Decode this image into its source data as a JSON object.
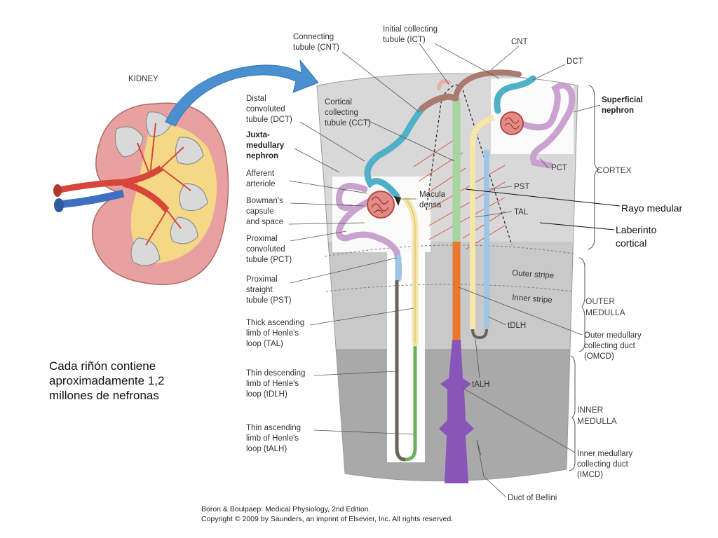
{
  "caption": "Cada riñón contiene\naproximadamente 1,2\nmillones de nefronas",
  "credits": {
    "line1": "Boron & Boulpaep: Medical Physiology, 2nd Edition.",
    "line2": "Copyright © 2009 by Saunders, an imprint of Elsevier, Inc. All rights reserved."
  },
  "kidney": {
    "title": "KIDNEY"
  },
  "left_labels": {
    "dct": [
      "Distal",
      "convoluted",
      "tubule (DCT)"
    ],
    "juxta": [
      "Juxta-",
      "medullary",
      "nephron"
    ],
    "afferent": [
      "Afferent",
      "arteriole"
    ],
    "bowman": [
      "Bowman's",
      "capsule",
      "and space"
    ],
    "pct": [
      "Proximal",
      "convoluted",
      "tubule (PCT)"
    ],
    "pst": [
      "Proximal",
      "straight",
      "tubule (PST)"
    ],
    "tal": [
      "Thick ascending",
      "limb of Henle's",
      "loop (TAL)"
    ],
    "tdlh": [
      "Thin descending",
      "limb of Henle's",
      "loop (tDLH)"
    ],
    "talh": [
      "Thin ascending",
      "limb of Henle's",
      "loop (tALH)"
    ]
  },
  "top_labels": {
    "cnt_full": [
      "Connecting",
      "tubule (CNT)"
    ],
    "ict": [
      "Initial collecting",
      "tubule (ICT)"
    ],
    "cnt": "CNT",
    "dct": "DCT",
    "cct": [
      "Cortical",
      "collecting",
      "tubule (CCT)"
    ],
    "superficial": [
      "Superficial",
      "nephron"
    ]
  },
  "inner_labels": {
    "macula": [
      "Macula",
      "densa"
    ],
    "pst": "PST",
    "tal": "TAL",
    "pct": "PCT",
    "outer_stripe": "Outer stripe",
    "inner_stripe": "Inner stripe",
    "tdlh": "tDLH",
    "talh": "tALH"
  },
  "zones": {
    "cortex": "CORTEX",
    "outer_medulla": [
      "OUTER",
      "MEDULLA"
    ],
    "inner_medulla": [
      "INNER",
      "MEDULLA"
    ]
  },
  "ducts": {
    "omcd": [
      "Outer medullary",
      "collecting duct",
      "(OMCD)"
    ],
    "imcd": [
      "Inner medullary",
      "collecting duct",
      "(IMCD)"
    ],
    "bellini": "Duct of Bellini"
  },
  "annotations": {
    "rayo": "Rayo medular",
    "laberinto": [
      "Laberinto",
      "cortical"
    ]
  },
  "colors": {
    "cortex": "#d8d8d8",
    "outer_medulla": "#c9c9c9",
    "inner_medulla": "#a9a9a9",
    "dct_teal": "#4fb0c6",
    "pct_lilac": "#c9a2cf",
    "tal_cream": "#f6e6a8",
    "pst_blue": "#9fc6e6",
    "cnt_brown": "#a97a6e",
    "cd_green": "#a6d5a0",
    "omcd_orange": "#e8782e",
    "imcd_purple": "#8a55b8",
    "arrow_blue": "#4a90d0",
    "kidney": "#e8a0a0",
    "vessel_red": "#d8453a"
  }
}
